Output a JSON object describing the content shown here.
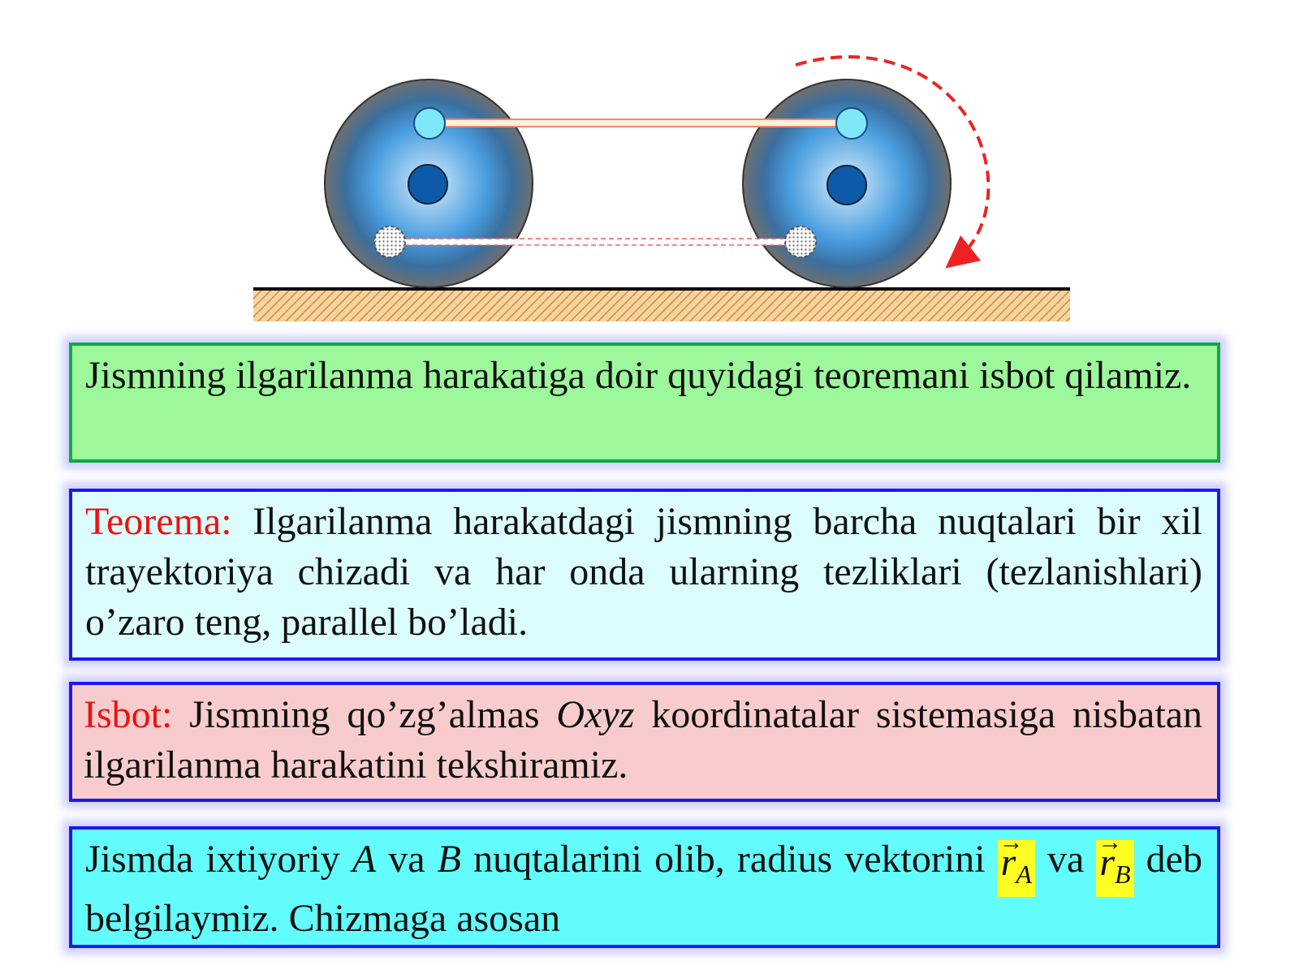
{
  "figure": {
    "colors": {
      "wheel_rim": "#6f6f6f",
      "wheel_inner": "#4a9ee0",
      "hub": "#0d5aa8",
      "upper_pin": "#7fe8f8",
      "rod": "#f08a60",
      "ground_hatch": "#e8a050",
      "rotation_arrow": "#ee2222"
    }
  },
  "statement": {
    "text": "Jismning ilgarilanma harakatiga doir quyidagi teoremani isbot qilamiz."
  },
  "theorem": {
    "label": "Teorema:",
    "text": " Ilgarilanma harakatdagi jismning barcha nuqtalari bir xil trayektoriya chizadi va har onda ularning tezliklari (tezlanishlari) o’zaro teng,  parallel bo’ladi."
  },
  "proof": {
    "label": "Isbot:",
    "text_before": " Jismning qo’zg’almas ",
    "frame": "Oxyz",
    "text_after": " koordinatalar sistemasiga nisbatan ilgarilanma harakatini tekshiramiz."
  },
  "points": {
    "t1": "Jismda ixtiyoriy ",
    "pointA": "A",
    "t2": " va ",
    "pointB": "B",
    "t3": " nuqtalarini olib, radius vektorini ",
    "vecA_symbol": "r",
    "vecA_sub": "A",
    "t4": " va ",
    "vecB_symbol": "r",
    "vecB_sub": "B",
    "t5": " deb belgilaymiz. Chizmaga asosan"
  }
}
